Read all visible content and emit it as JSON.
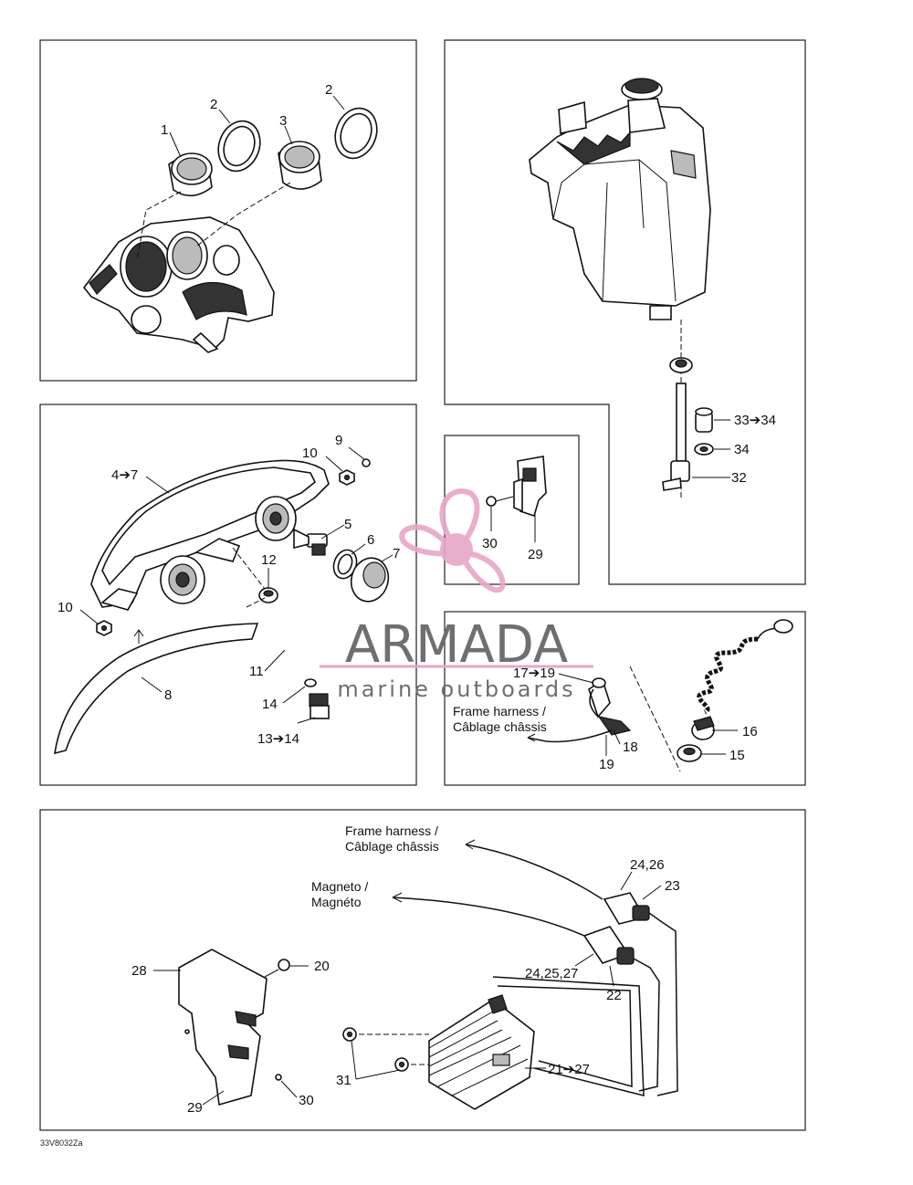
{
  "callouts": {
    "c1": "1",
    "c2a": "2",
    "c2b": "2",
    "c3": "3",
    "c4_7": "4➔7",
    "c5": "5",
    "c6": "6",
    "c7": "7",
    "c8": "8",
    "c9": "9",
    "c10a": "10",
    "c10b": "10",
    "c11": "11",
    "c12": "12",
    "c13_14": "13➔14",
    "c14": "14",
    "c15": "15",
    "c16": "16",
    "c17_19": "17➔19",
    "c18": "18",
    "c19": "19",
    "c20": "20",
    "c21_27": "21➔27",
    "c22": "22",
    "c23": "23",
    "c24_26": "24,26",
    "c24_25_27": "24,25,27",
    "c28": "28",
    "c29a": "29",
    "c29b": "29",
    "c30a": "30",
    "c30b": "30",
    "c31": "31",
    "c32": "32",
    "c33_34": "33➔34",
    "c34": "34"
  },
  "notes": {
    "frame_harness_1_line1": "Frame harness /",
    "frame_harness_1_line2": "Câblage châssis",
    "frame_harness_2_line1": "Frame harness /",
    "frame_harness_2_line2": "Câblage châssis",
    "magneto_line1": "Magneto /",
    "magneto_line2": "Magnéto"
  },
  "watermark": {
    "name": "ARMADA",
    "tagline": "marine outboards",
    "logo_color": "#e8a6c8",
    "text_color": "#6f6f6f"
  },
  "figure_code": "33V8032Za",
  "icons": {
    "logo": "propeller-logo-icon"
  }
}
